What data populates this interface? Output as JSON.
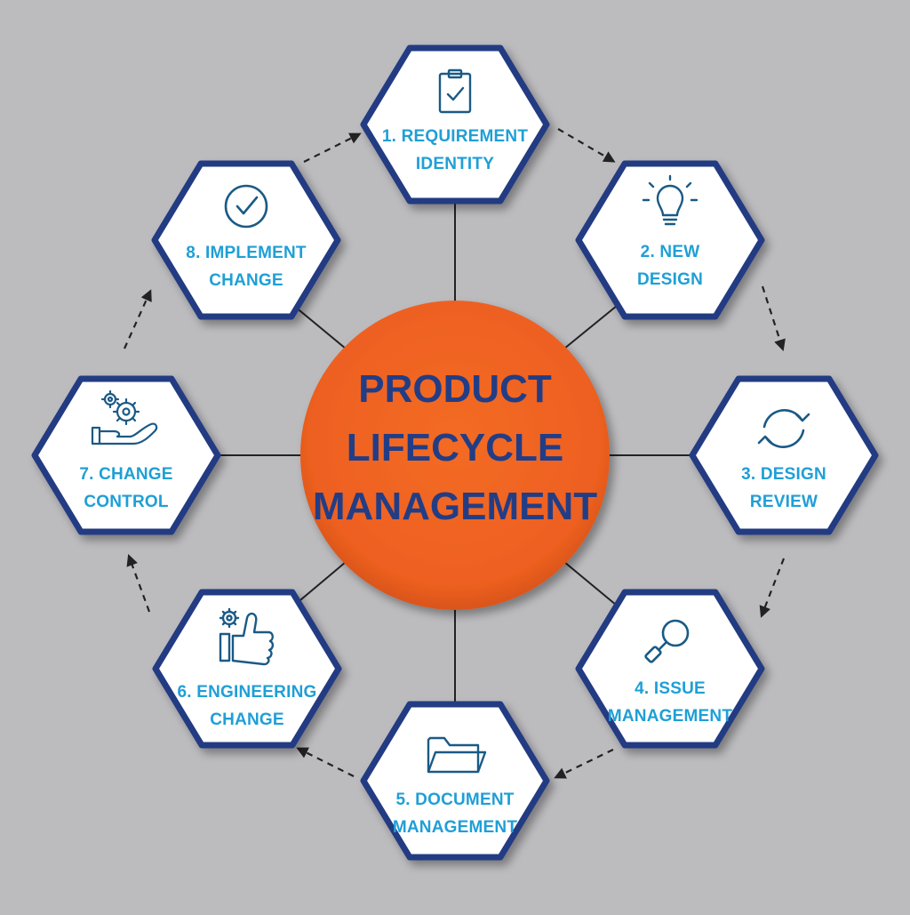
{
  "diagram": {
    "center": {
      "lines": [
        "PRODUCT",
        "LIFECYCLE",
        "MANAGEMENT"
      ]
    },
    "steps": [
      {
        "lines": [
          "1. REQUIREMENT",
          "IDENTITY"
        ],
        "icon": "clipboard-check-icon"
      },
      {
        "lines": [
          "2. NEW",
          "DESIGN"
        ],
        "icon": "lightbulb-icon"
      },
      {
        "lines": [
          "3. DESIGN",
          "REVIEW"
        ],
        "icon": "refresh-cycle-icon"
      },
      {
        "lines": [
          "4. ISSUE",
          "MANAGEMENT"
        ],
        "icon": "magnifier-icon"
      },
      {
        "lines": [
          "5. DOCUMENT",
          "MANAGEMENT"
        ],
        "icon": "folder-icon"
      },
      {
        "lines": [
          "6. ENGINEERING",
          "CHANGE"
        ],
        "icon": "gear-thumbs-up-icon"
      },
      {
        "lines": [
          "7. CHANGE",
          "CONTROL"
        ],
        "icon": "hand-gears-icon"
      },
      {
        "lines": [
          "8. IMPLEMENT",
          "CHANGE"
        ],
        "icon": "check-circle-icon"
      }
    ],
    "colors": {
      "background": "#bcbcbf",
      "center_fill": "#f0641e",
      "center_text": "#233d85",
      "hex_border": "#233a82",
      "hex_fill": "#ffffff",
      "label_text": "#1f9fd6",
      "icon_stroke": "#1a5a86",
      "connector": "#222222",
      "arrow": "#222222"
    }
  }
}
